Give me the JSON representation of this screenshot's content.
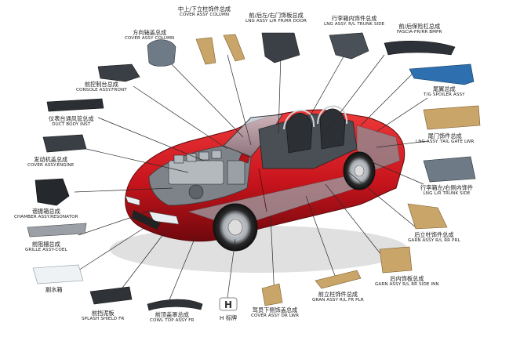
{
  "labels": [
    {
      "id": "column-cover-assy",
      "cn": "中上/下立柱饰件总成",
      "en": "COVER ASSY COLUMN"
    },
    {
      "id": "lng-assy-door",
      "cn": "前/后左/右门饰板总成",
      "en": "LNG ASSY L/R FR/RR DOOR"
    },
    {
      "id": "lng-assy-trunk-side",
      "cn": "行李箱内饰件总成",
      "en": "LNG ASSY.  R/L TRUNK SIDE"
    },
    {
      "id": "fascia-bumper",
      "cn": "前/后保险杠总成",
      "en": "FASCIA-FR/RR BMPR"
    },
    {
      "id": "steering-column-cover",
      "cn": "方向轴盖总成",
      "en": "COVER ASSY COLUMN"
    },
    {
      "id": "console-assy-front",
      "cn": "前控制台总成",
      "en": "CONSOLE ASSY.FRONT"
    },
    {
      "id": "duct-body-inst",
      "cn": "仪表台通风管总成",
      "en": "DUCT BODY INST"
    },
    {
      "id": "engine-cover",
      "cn": "发动机盖总成",
      "en": "COVER ASSY.ENGINE"
    },
    {
      "id": "chamber-resonator",
      "cn": "谐振箱总成",
      "en": "CHAMBER ASSY.RESONATOR"
    },
    {
      "id": "grille-coel",
      "cn": "前阻栅总成",
      "en": "GRILLE ASSY-COEL"
    },
    {
      "id": "water-tank",
      "cn": "副水箱",
      "en": ""
    },
    {
      "id": "splash-shield",
      "cn": "前挡泥板",
      "en": "SPLASH SHIELD FR"
    },
    {
      "id": "cowl-top",
      "cn": "前顶盖罩总成",
      "en": "COWL TOP ASSY FR"
    },
    {
      "id": "h-logo",
      "cn": "H 标牌",
      "en": ""
    },
    {
      "id": "cover-dr-lwr",
      "cn": "驾员下侧饰盖总成",
      "en": "COVER ASSY DR LWR"
    },
    {
      "id": "garn-fr-plr",
      "cn": "前立柱饰件总成",
      "en": "GRAN ASSY R/L FR PLR"
    },
    {
      "id": "garn-rr-side",
      "cn": "后内饰板总成",
      "en": "GARN ASSY R/L RR SIDE INN"
    },
    {
      "id": "garn-rr-plr",
      "cn": "后立柱饰件总成",
      "en": "GARN ASSY R/L RR PRL"
    },
    {
      "id": "lng-lr-trunk-side",
      "cn": "行李箱左/右侧内饰件",
      "en": "LNG L/R TRUNK SIDE"
    },
    {
      "id": "lng-tail-gate",
      "cn": "尾门饰件总成",
      "en": "LNG ASSY.  TAIL GATE LWR"
    },
    {
      "id": "spoiler",
      "cn": "尾翼总成",
      "en": "T/G SPOILER ASSY"
    }
  ],
  "colors": {
    "car_body": "#c8141c",
    "car_dark": "#7a0a0e",
    "trim_tan": "#c9a56a",
    "trim_gray": "#6e7a86",
    "plastic_dark": "#2d3238",
    "leader_line": "#333333"
  }
}
